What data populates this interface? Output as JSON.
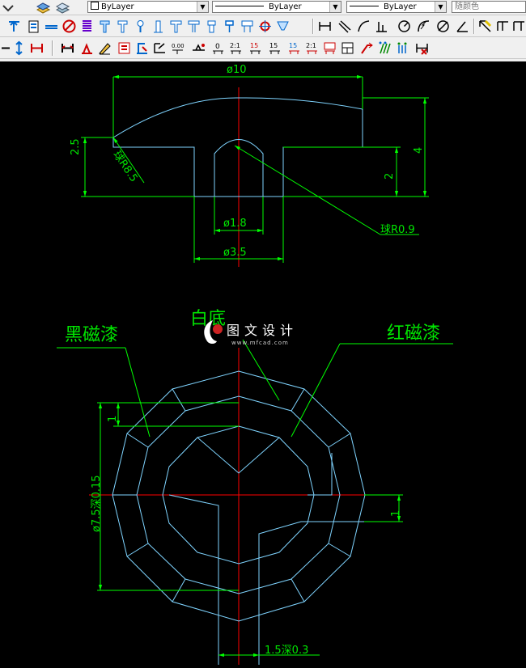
{
  "toolbar": {
    "layer_combo": "ByLayer",
    "linetype_combo": "ByLayer",
    "lineweight_combo": "ByLayer",
    "color_combo": "随颜色"
  },
  "drawing": {
    "top_view": {
      "dim_width": "ø10",
      "dim_left_height": "2.5",
      "dim_right_inner": "2",
      "dim_right_outer": "4",
      "dim_sphere_r85": "球R8.5",
      "dim_hole": "ø1.8",
      "dim_stem": "ø3.5",
      "dim_sphere_r09": "球R0.9"
    },
    "bottom_view": {
      "label_black": "黑磁漆",
      "label_white": "白底",
      "label_red": "红磁漆",
      "dim_top": "1",
      "dim_diameter": "ø7.5深0.15",
      "dim_right": "1",
      "dim_slot": "1.5深0.3"
    }
  },
  "watermark": {
    "text": "图文设计",
    "url": "www.mfcad.com"
  },
  "colors": {
    "background": "#000000",
    "dimension": "#00ff00",
    "geometry": "#7fd4ff",
    "centerline": "#ff0000"
  }
}
